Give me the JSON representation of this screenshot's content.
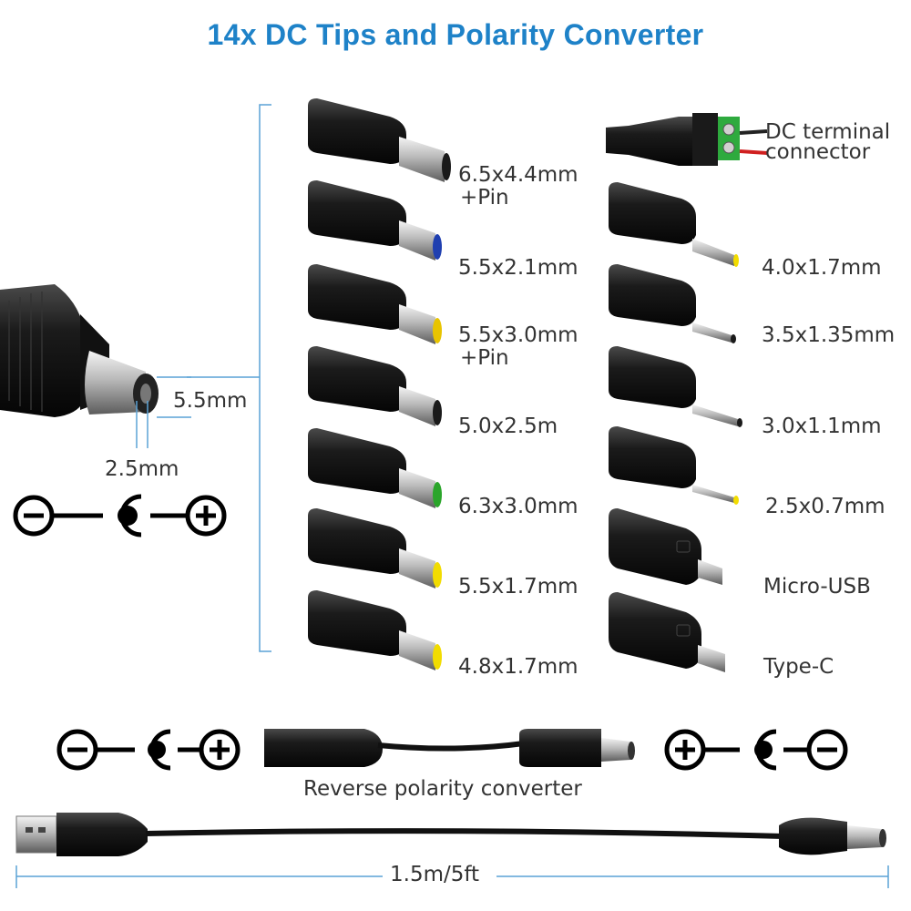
{
  "title": "14x DC Tips and Polarity Converter",
  "plug_dims": {
    "outer": "5.5mm",
    "inner": "2.5mm"
  },
  "left_tips": [
    {
      "label": "6.5x4.4mm",
      "sub": "+Pin",
      "ring_color": "#1a1a1a"
    },
    {
      "label": "5.5x2.1mm",
      "sub": "",
      "ring_color": "#1f3fb0"
    },
    {
      "label": "5.5x3.0mm",
      "sub": "+Pin",
      "ring_color": "#e8c400"
    },
    {
      "label": "5.0x2.5m",
      "sub": "",
      "ring_color": "#1a1a1a"
    },
    {
      "label": "6.3x3.0mm",
      "sub": "",
      "ring_color": "#2aa52a"
    },
    {
      "label": "5.5x1.7mm",
      "sub": "",
      "ring_color": "#f2dc00"
    },
    {
      "label": "4.8x1.7mm",
      "sub": "",
      "ring_color": "#f2dc00"
    }
  ],
  "terminal": {
    "line1": "DC terminal",
    "line2": "connector"
  },
  "right_tips": [
    {
      "label": "4.0x1.7mm",
      "ring_color": "#f2dc00"
    },
    {
      "label": "3.5x1.35mm",
      "ring_color": "#1a1a1a"
    },
    {
      "label": "3.0x1.1mm",
      "ring_color": "#1a1a1a"
    },
    {
      "label": "2.5x0.7mm",
      "ring_color": "#f2dc00"
    },
    {
      "label": "Micro-USB",
      "ring_color": ""
    },
    {
      "label": "Type-C",
      "ring_color": ""
    }
  ],
  "reverse_label": "Reverse polarity converter",
  "cable_length": "1.5m/5ft",
  "colors": {
    "accent": "#1e82c8",
    "plug": "#1a1a1a",
    "metal": "#c8c8c8"
  }
}
